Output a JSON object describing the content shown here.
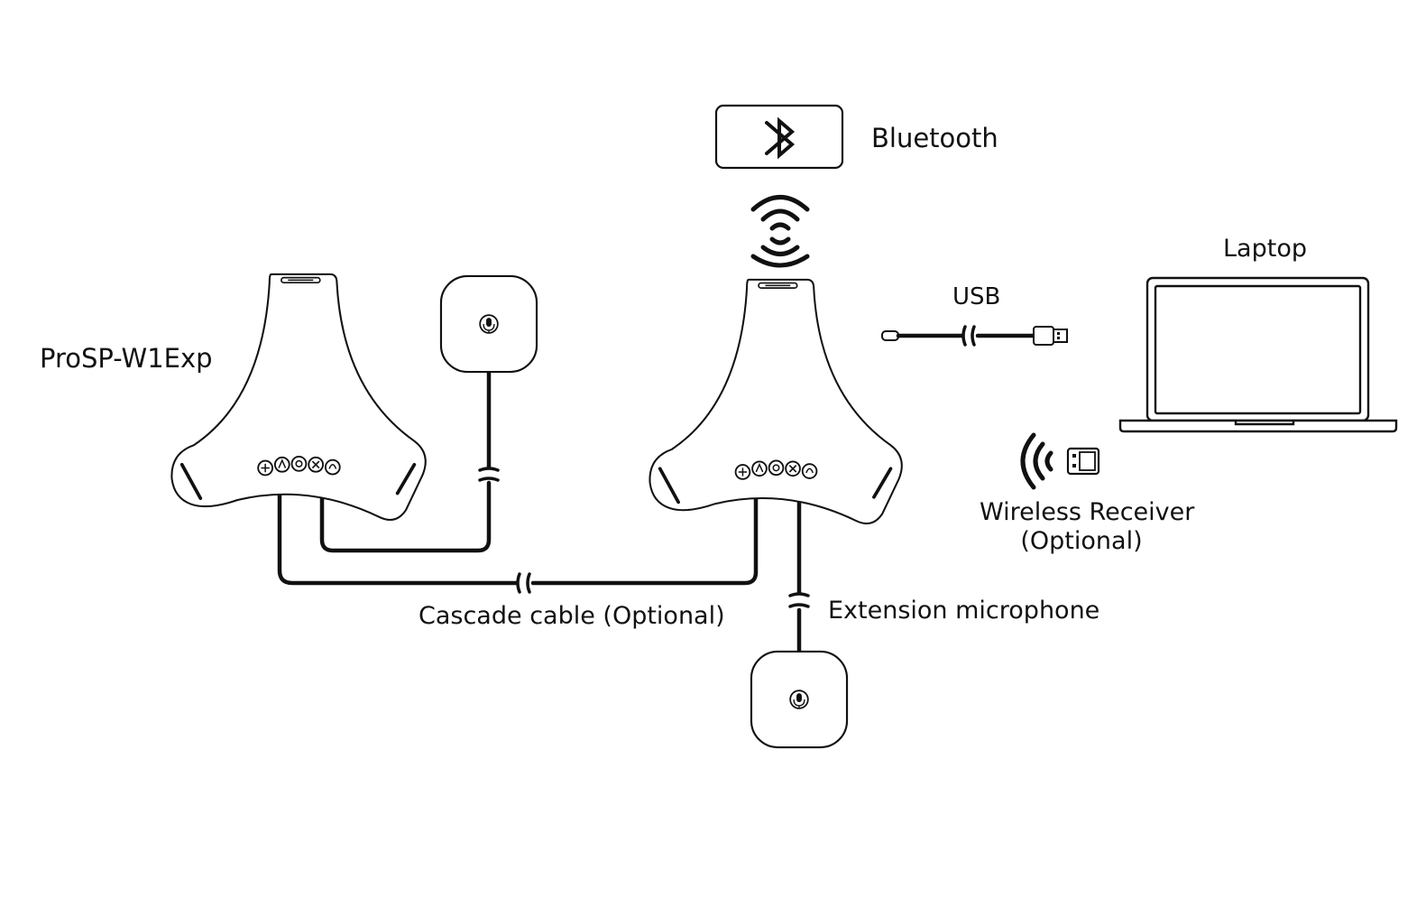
{
  "labels": {
    "device": "ProSP-W1Exp",
    "bluetooth": "Bluetooth",
    "laptop": "Laptop",
    "usb": "USB",
    "wireless_receiver_line1": "Wireless Receiver",
    "wireless_receiver_line2": "(Optional)",
    "cascade_cable": "Cascade cable (Optional)",
    "extension_microphone": "Extension microphone"
  },
  "colors": {
    "stroke": "#111111",
    "background": "#ffffff"
  }
}
